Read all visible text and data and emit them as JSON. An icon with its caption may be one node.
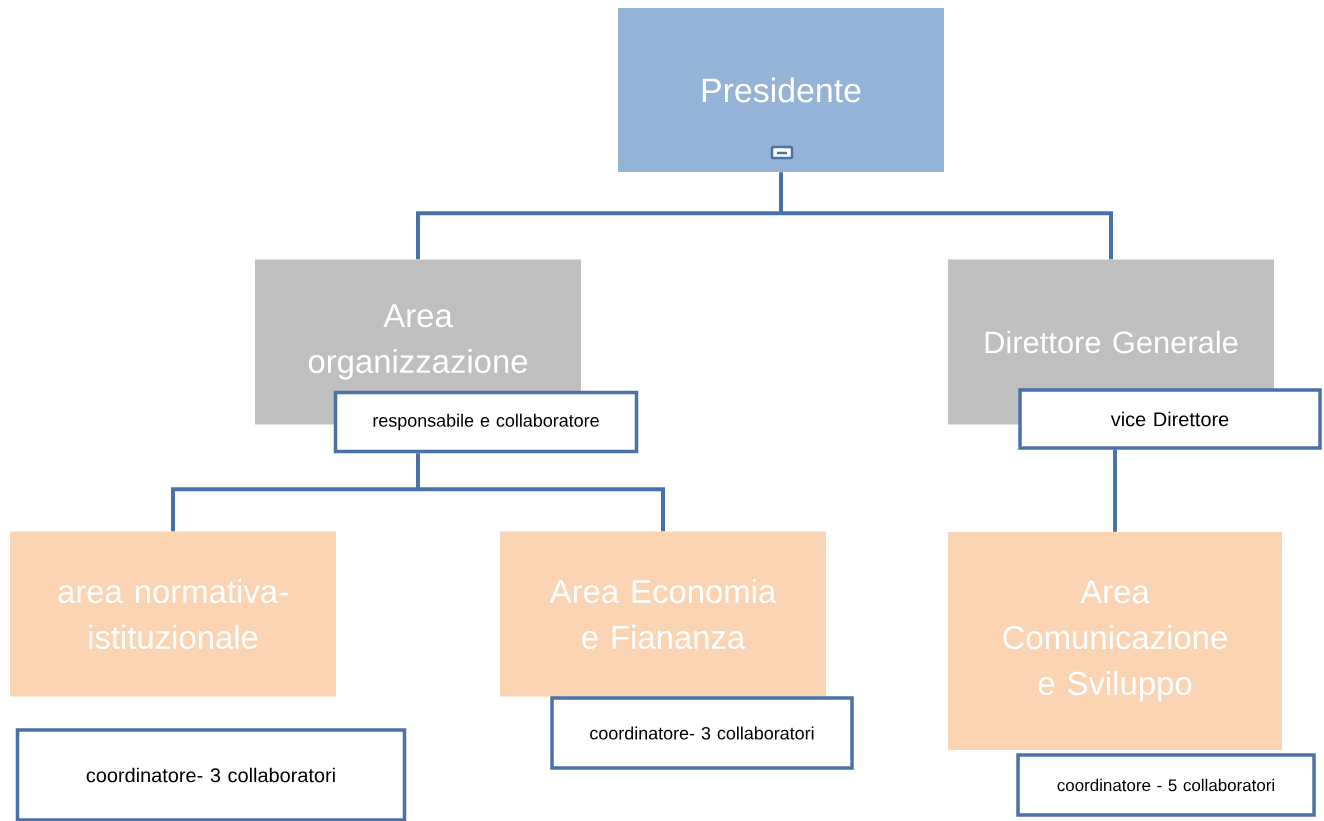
{
  "diagram": {
    "nodes": [
      {
        "text": [
          "Presidente"
        ]
      },
      {
        "text": [
          "Area organizzazione"
        ]
      },
      {
        "text": [
          "responsabile e collaboratore"
        ]
      },
      {
        "text": [
          "Direttore Generale"
        ]
      },
      {
        "text": [
          "vice Direttore"
        ]
      },
      {
        "text": [
          "area normativa-istituzionale"
        ]
      },
      {
        "text": [
          "Area Economia e Fiananza"
        ]
      },
      {
        "text": [
          "Area Comunicazione e Sviluppo"
        ]
      },
      {
        "text": [
          "coordinatore- 3 collaboratori"
        ]
      },
      {
        "text": [
          "coordinatore- 3 collaboratori"
        ]
      },
      {
        "text": [
          "coordinatore - 5 collaboratori"
        ]
      }
    ],
    "edges": [
      {
        "from": 0,
        "to": 1,
        "arrow": "none"
      },
      {
        "from": 0,
        "to": 3,
        "arrow": "none"
      },
      {
        "from": 2,
        "to": 5,
        "arrow": "none"
      },
      {
        "from": 2,
        "to": 6,
        "arrow": "none"
      },
      {
        "from": 4,
        "to": 7,
        "arrow": "none"
      }
    ]
  }
}
